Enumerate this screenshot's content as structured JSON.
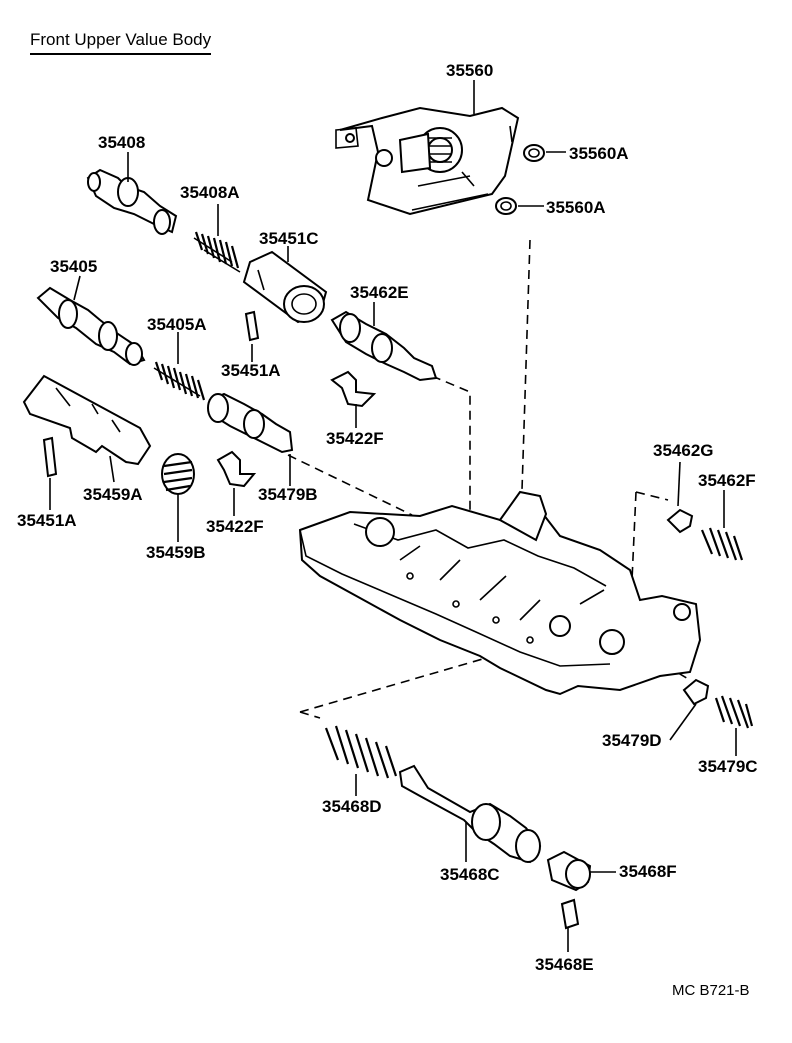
{
  "title": "Front Upper Value Body",
  "drawing_code": "MC  B721-B",
  "parts": {
    "p35560": "35560",
    "p35560A_top": "35560A",
    "p35560A_bottom": "35560A",
    "p35408": "35408",
    "p35408A": "35408A",
    "p35451C": "35451C",
    "p35405": "35405",
    "p35462E": "35462E",
    "p35405A": "35405A",
    "p35451A_mid": "35451A",
    "p35422F_right": "35422F",
    "p35462G": "35462G",
    "p35462F": "35462F",
    "p35451A_left": "35451A",
    "p35459A": "35459A",
    "p35479B": "35479B",
    "p35422F_left": "35422F",
    "p35459B": "35459B",
    "p35479D": "35479D",
    "p35479C": "35479C",
    "p35468D": "35468D",
    "p35468C": "35468C",
    "p35468F": "35468F",
    "p35468E": "35468E"
  }
}
